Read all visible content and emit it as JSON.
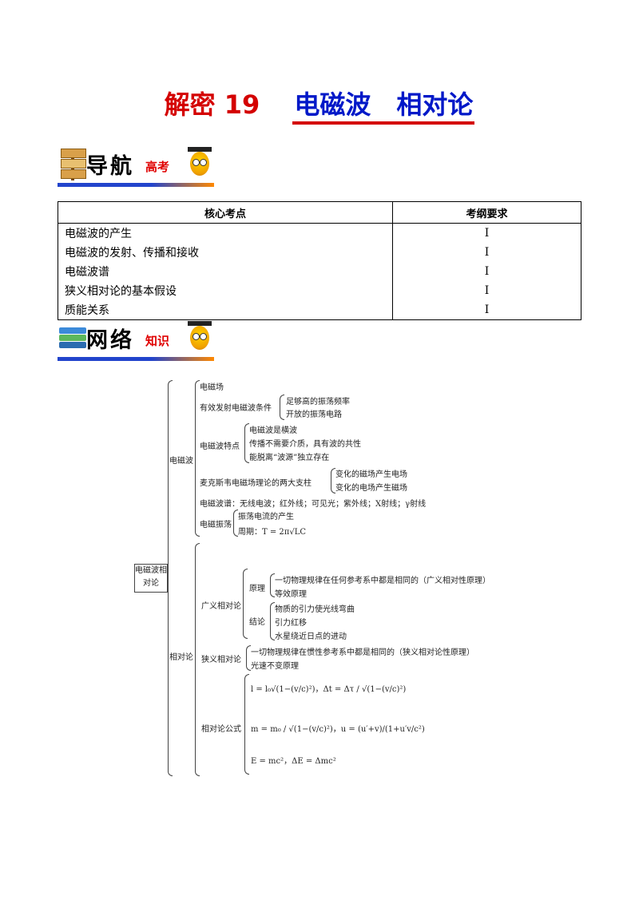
{
  "title": {
    "part1": "解密 19",
    "part2": "电磁波　相对论"
  },
  "badges": {
    "nav": {
      "main": "导航",
      "sub": "高考"
    },
    "net": {
      "main": "网络",
      "sub": "知识"
    }
  },
  "table": {
    "headers": [
      "核心考点",
      "考纲要求"
    ],
    "rows": [
      {
        "topic": "电磁波的产生",
        "req": "I"
      },
      {
        "topic": "电磁波的发射、传播和接收",
        "req": "I"
      },
      {
        "topic": "电磁波谱",
        "req": "I"
      },
      {
        "topic": "狭义相对论的基本假设",
        "req": "I"
      },
      {
        "topic": "质能关系",
        "req": "I"
      }
    ]
  },
  "mindmap": {
    "root": "电磁波相对论",
    "em": {
      "label": "电磁波",
      "field": "电磁场",
      "emit": {
        "label": "有效发射电磁波条件",
        "c1": "足够高的振荡频率",
        "c2": "开放的振荡电路"
      },
      "traits": {
        "label": "电磁波特点",
        "c1": "电磁波是横波",
        "c2": "传播不需要介质，具有波的共性",
        "c3": "能脱离“波源”独立存在"
      },
      "maxwell": {
        "label": "麦克斯韦电磁场理论的两大支柱",
        "c1": "变化的磁场产生电场",
        "c2": "变化的电场产生磁场"
      },
      "spectrum": "电磁波谱：无线电波；红外线；可见光；紫外线；X射线；γ射线",
      "osc": {
        "label": "电磁振荡",
        "c1": "振荡电流的产生",
        "c2": "周期：T = 2π√LC"
      }
    },
    "rel": {
      "label": "相对论",
      "general": {
        "label": "广义相对论",
        "principle": {
          "label": "原理",
          "c1": "一切物理规律在任何参考系中都是相同的（广义相对性原理）",
          "c2": "等效原理"
        },
        "inference": {
          "label": "结论",
          "c1": "物质的引力使光线弯曲",
          "c2": "引力红移",
          "c3": "水星绕近日点的进动"
        }
      },
      "special": {
        "label": "狭义相对论",
        "c1": "一切物理规律在惯性参考系中都是相同的（狭义相对论性原理）",
        "c2": "光速不变原理"
      },
      "formulas": {
        "label": "相对论公式",
        "f1": "l = l₀√(1−(v/c)²)，Δt = Δτ / √(1−(v/c)²)",
        "f2": "m = m₀ / √(1−(v/c)²)，u = (u′+v)/(1+u′v/c²)",
        "f3": "E = mc²，ΔE = Δmc²"
      }
    }
  }
}
